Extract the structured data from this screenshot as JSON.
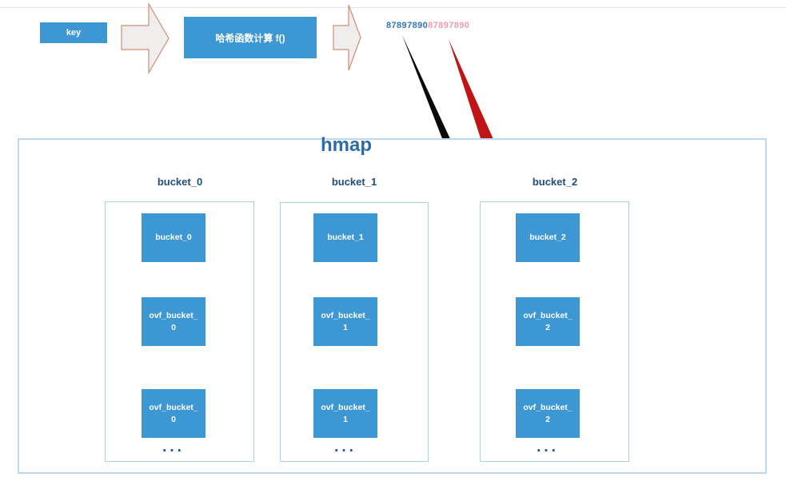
{
  "flow": {
    "key_label": "key",
    "hash_function_label": "哈希函数计算 f()",
    "hash_value_blue": "87897890",
    "hash_value_pink": "87897890"
  },
  "hmap": {
    "title": "hmap",
    "columns": [
      {
        "label": "bucket_0",
        "boxes": [
          "bucket_0",
          "ovf_bucket_\n0",
          "ovf_bucket_\n0"
        ],
        "ellipsis": "..."
      },
      {
        "label": "bucket_1",
        "boxes": [
          "bucket_1",
          "ovf_bucket_\n1",
          "ovf_bucket_\n1"
        ],
        "ellipsis": "..."
      },
      {
        "label": "bucket_2",
        "boxes": [
          "bucket_2",
          "ovf_bucket_\n2",
          "ovf_bucket_\n2"
        ],
        "ellipsis": "..."
      }
    ]
  },
  "colors": {
    "box_blue": "#3d97d3",
    "box_text": "#ffffff",
    "outer_frame_border": "#bcd9ee",
    "column_frame_border": "#aed0ea",
    "title_blue": "#2e6da4",
    "label_navy": "#1f4e79",
    "connector_blue": "#2e6da4",
    "hash_value_blue": "#2e75b6",
    "hash_value_pink": "#f09cab",
    "pointer_black": "#0a0a0a",
    "pointer_red": "#c01515",
    "block_arrow_fill": "#f0eeec",
    "block_arrow_stroke": "#cf8d76"
  }
}
